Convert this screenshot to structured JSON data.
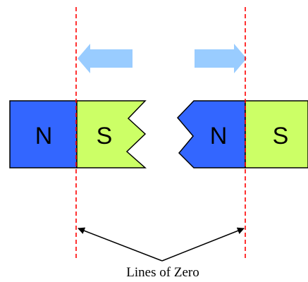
{
  "diagram": {
    "caption": "Lines of Zero",
    "left_magnet": {
      "north_label": "N",
      "south_label": "S"
    },
    "right_magnet": {
      "north_label": "N",
      "south_label": "S"
    }
  },
  "colors": {
    "north_pole": "#3366ff",
    "south_pole": "#ccff66",
    "zero_line": "#ff0000",
    "arrow": "#99ccff",
    "outline": "#000000"
  }
}
